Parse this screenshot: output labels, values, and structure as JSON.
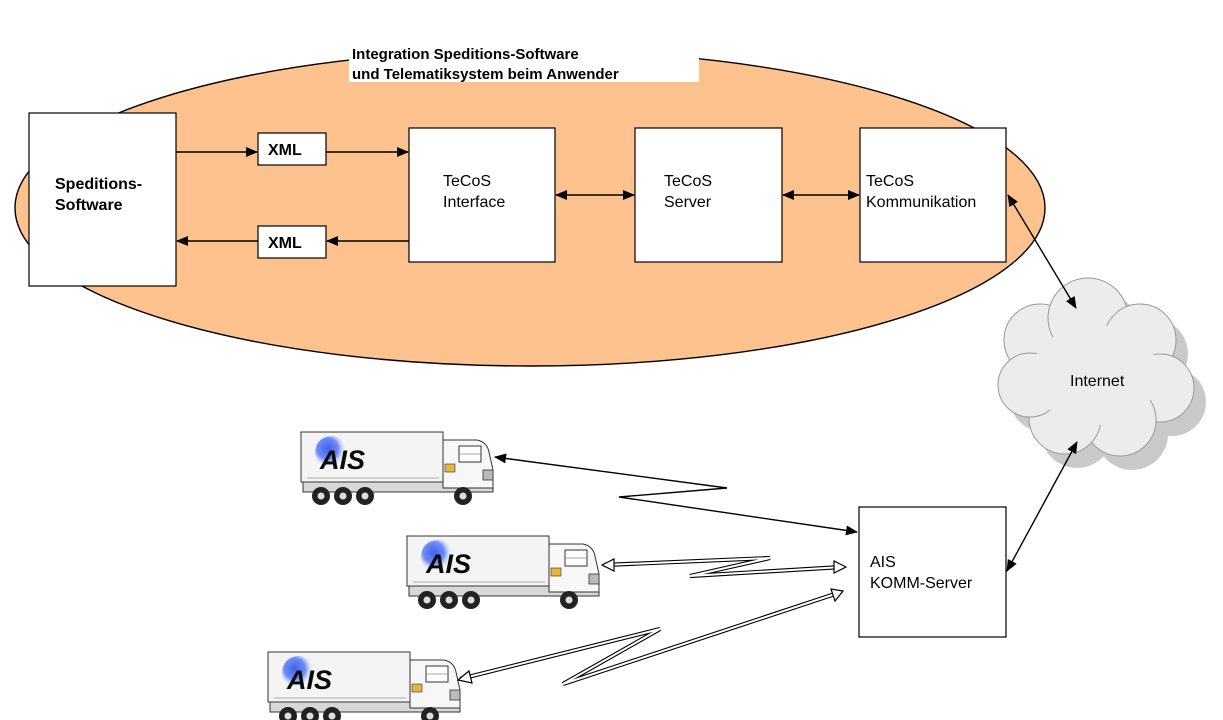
{
  "title": {
    "line1": "Integration Speditions-Software",
    "line2": "und Telematiksystem beim Anwender"
  },
  "nodes": {
    "speditions": {
      "line1": "Speditions-",
      "line2": "Software"
    },
    "xml_top": "XML",
    "xml_bottom": "XML",
    "tecos_interface": {
      "line1": "TeCoS",
      "line2": "Interface"
    },
    "tecos_server": {
      "line1": "TeCoS",
      "line2": "Server"
    },
    "tecos_komm": {
      "line1": "TeCoS",
      "line2": "Kommunikation"
    },
    "internet": "Internet",
    "ais_server": {
      "line1": "AIS",
      "line2": "KOMM-Server"
    }
  },
  "trucks": [
    {
      "logo": "AIS"
    },
    {
      "logo": "AIS"
    },
    {
      "logo": "AIS"
    }
  ],
  "colors": {
    "ellipse_fill": "#FDC28E",
    "cloud_fill": "#ECECEC",
    "logo_dot": "#3F63F0"
  }
}
